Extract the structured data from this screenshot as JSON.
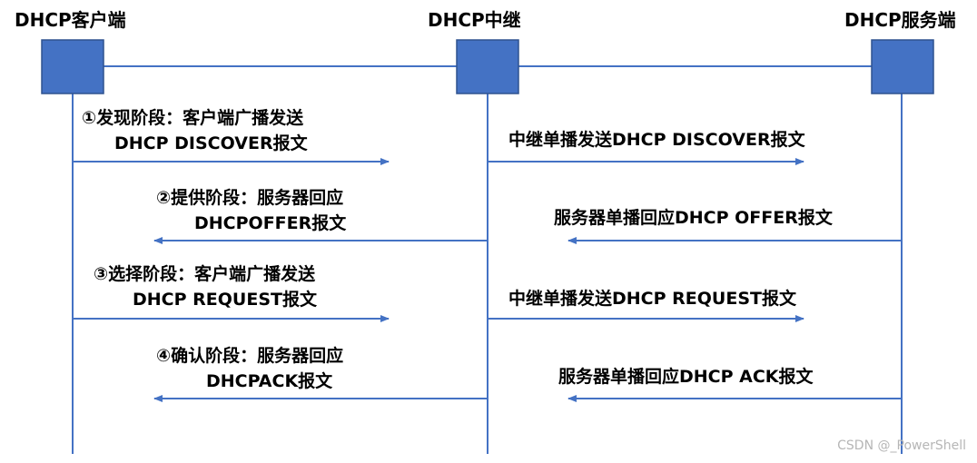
{
  "nodes": {
    "client": {
      "label": "DHCP客户端"
    },
    "relay": {
      "label": "DHCP中继"
    },
    "server": {
      "label": "DHCP服务端"
    }
  },
  "messages": {
    "discover": {
      "left_line1": "①发现阶段：客户端广播发送",
      "left_line2": "DHCP DISCOVER报文",
      "right": "中继单播发送DHCP DISCOVER报文"
    },
    "offer": {
      "left_line1": "②提供阶段：服务器回应",
      "left_line2": "DHCPOFFER报文",
      "right": "服务器单播回应DHCP OFFER报文"
    },
    "request": {
      "left_line1": "③选择阶段：客户端广播发送",
      "left_line2": "DHCP REQUEST报文",
      "right": "中继单播发送DHCP REQUEST报文"
    },
    "ack": {
      "left_line1": "④确认阶段：服务器回应",
      "left_line2": "DHCPACK报文",
      "right": "服务器单播回应DHCP ACK报文"
    }
  },
  "watermark": "CSDN @_PowerShell",
  "colors": {
    "node_fill": "#4472C4",
    "node_stroke": "#2F528F",
    "line": "#4472C4"
  }
}
